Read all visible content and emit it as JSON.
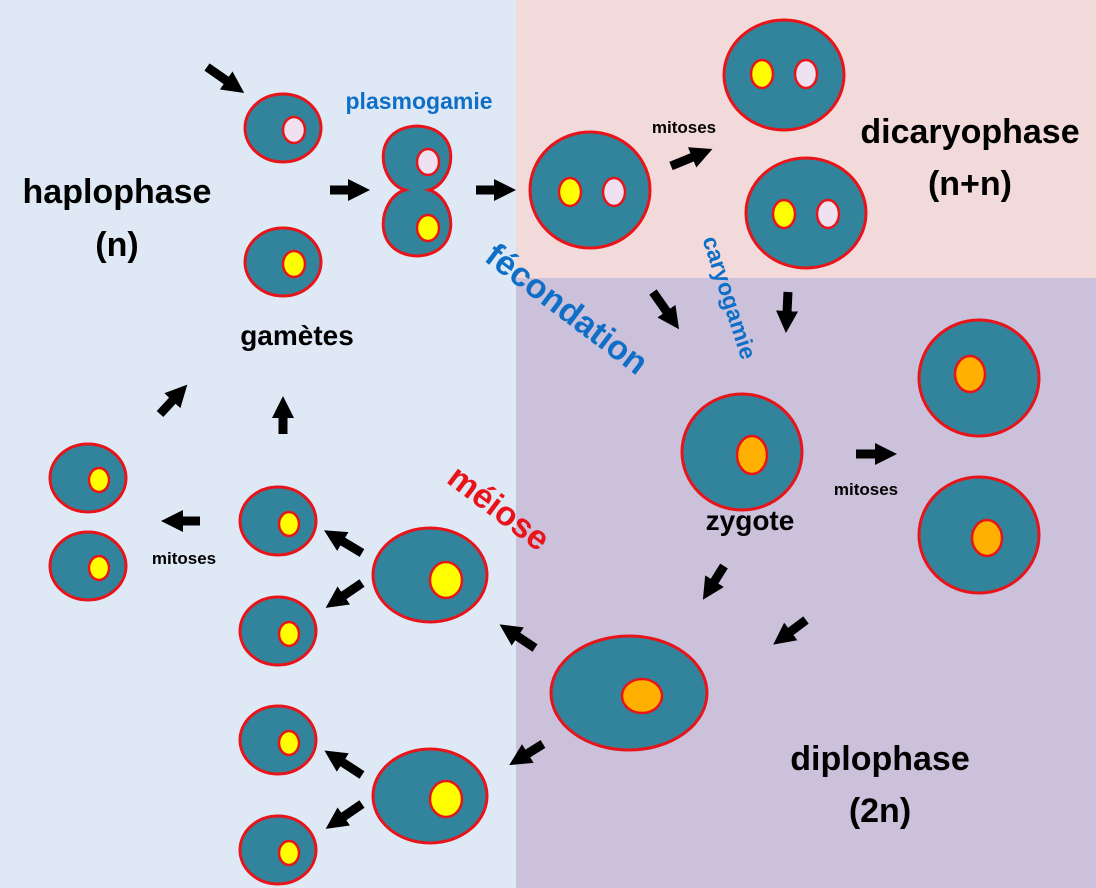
{
  "colors": {
    "haplophase_bg": "#dfe9f6",
    "dicaryophase_bg": "#f2dada",
    "diplophase_bg": "#cbc1db",
    "cell_fill": "#31849b",
    "cell_border": "#e8141a",
    "nucleus_yellow": "#ffff00",
    "nucleus_pale": "#efe1ef",
    "nucleus_orange": "#ffb000",
    "arrow": "#000000",
    "label_blue": "#0f6fc6",
    "label_red": "#e8141a"
  },
  "phases": {
    "haplophase": {
      "name": "haplophase",
      "ploidy": "(n)"
    },
    "dicaryophase": {
      "name": "dicaryophase",
      "ploidy": "(n+n)"
    },
    "diplophase": {
      "name": "diplophase",
      "ploidy": "(2n)"
    }
  },
  "labels": {
    "gametes": "gamètes",
    "plasmogamie": "plasmogamie",
    "fecondation": "fécondation",
    "caryogamie": "caryogamie",
    "zygote": "zygote",
    "meiose": "méiose",
    "mitoses_top": "mitoses",
    "mitoses_right": "mitoses",
    "mitoses_left": "mitoses"
  }
}
